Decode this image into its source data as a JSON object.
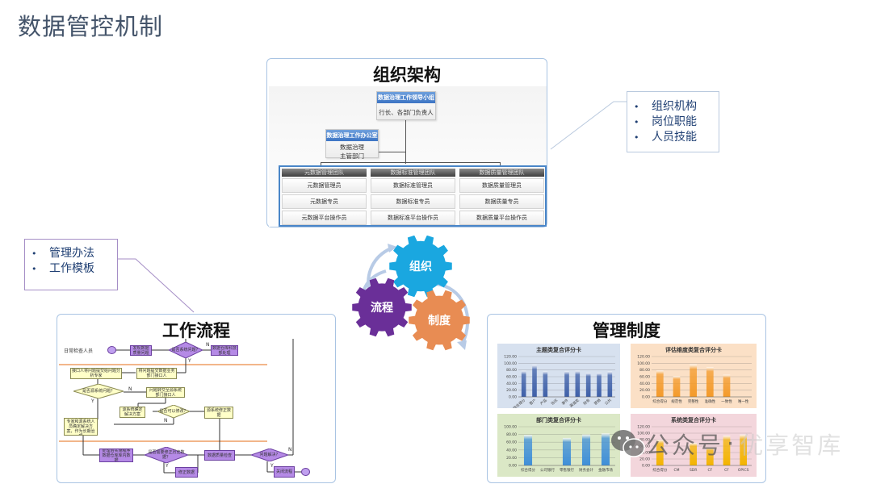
{
  "page": {
    "title": "数据管控机制"
  },
  "org": {
    "title": "组织架构",
    "leader": {
      "header": "数据治理工作领导小组",
      "body": "行长、各部门负责人"
    },
    "office": {
      "header": "数据治理工作办公室",
      "body_line1": "数据治理",
      "body_line2": "主管部门"
    },
    "teams": [
      {
        "header": "元数据管理团队",
        "roles": [
          "元数据管理员",
          "元数据专员",
          "元数据平台操作员"
        ]
      },
      {
        "header": "数据标准管理团队",
        "roles": [
          "数据标准管理员",
          "数据标准专员",
          "数据标准平台操作员"
        ]
      },
      {
        "header": "数据质量管理团队",
        "roles": [
          "数据质量管理员",
          "数据质量专员",
          "数据质量平台操作员"
        ]
      }
    ]
  },
  "callouts": {
    "org": [
      "组织机构",
      "岗位职能",
      "人员技能"
    ],
    "process": [
      "管理办法",
      "工作模板"
    ],
    "bullet": "•"
  },
  "gears": [
    {
      "label": "组织",
      "color": "#1aa7e0"
    },
    {
      "label": "流程",
      "color": "#6a2f98"
    },
    {
      "label": "制度",
      "color": "#e88c53"
    }
  ],
  "process": {
    "title": "工作流程",
    "nodes": {
      "start": "日常检查人员",
      "find": "发现数据质量问题",
      "is_sys": "是否系统问题？",
      "to_tech": "数据仓库科技部处理",
      "report": "将问题提交数据业务部门接口人",
      "analyze": "接口人将问题提交给问题分析专家",
      "is_source": "是否源系统问题？",
      "to_source": "问题转交至源系统部门接口人",
      "source_fix": "源系统确定解决方案",
      "can_fix": "是否可以修改？",
      "source_change": "源系统修正数据",
      "expert": "分析专家和问题专家和源系统人员确定解决方案，作为长期治理",
      "implement": "处理后实施程序数据仓库库内数据",
      "need_hist": "是否需要修正历史数据？",
      "fix_hist": "修正数据",
      "check": "数据质量检查",
      "solved": "问题解决？",
      "close": "关闭流程"
    },
    "labels": {
      "yes": "Y",
      "no": "N"
    }
  },
  "mgmt": {
    "title": "管理制度",
    "chart_data": [
      {
        "type": "bar",
        "title": "主题类复合评分卡",
        "categories": [
          "综合得分",
          "客户",
          "产品",
          "协议",
          "事件",
          "渠道类",
          "财务",
          "营销",
          "公共"
        ],
        "values": [
          78,
          96,
          77,
          0,
          77,
          78,
          72,
          72,
          76
        ],
        "ylim": [
          0,
          120
        ],
        "yticks": [
          "0.00",
          "20.00",
          "40.00",
          "60.00",
          "80.00",
          "100.00",
          "120.00"
        ],
        "color": "#3d5fa8",
        "background": "#d7e1ef"
      },
      {
        "type": "bar",
        "title": "评估维度类复合评分卡",
        "categories": [
          "综合得分",
          "规范性",
          "完整性",
          "准确性",
          "一致性",
          "唯一性"
        ],
        "values": [
          79,
          62,
          97,
          89,
          66,
          0
        ],
        "ylim": [
          0,
          120
        ],
        "yticks": [
          "0.00",
          "20.00",
          "40.00",
          "60.00",
          "80.00",
          "100.00",
          "120.00"
        ],
        "color": "#f49a2a",
        "background": "#fbe0c6"
      },
      {
        "type": "bar",
        "title": "部门类复合评分卡",
        "categories": [
          "综合得分",
          "公司银行",
          "零售银行",
          "财务会计",
          "金融市场"
        ],
        "values": [
          79,
          0,
          71,
          80,
          83
        ],
        "ylim": [
          0,
          100
        ],
        "yticks": [
          "0.00",
          "20.00",
          "40.00",
          "60.00",
          "80.00",
          "100.00"
        ],
        "color": "#3f8fd8",
        "background": "#dbe8c6"
      },
      {
        "type": "bar",
        "title": "系统类复合评分卡",
        "categories": [
          "综合得分",
          "CM",
          "SDR",
          "CF",
          "CF",
          "OPICS"
        ],
        "values": [
          80,
          0,
          70,
          55,
          93,
          96
        ],
        "ylim": [
          0,
          120
        ],
        "yticks": [
          "0.00",
          "20.00",
          "40.00",
          "60.00",
          "80.00",
          "100.00",
          "120.00"
        ],
        "color": "#f4b400",
        "background": "#f3d6dc"
      }
    ]
  },
  "watermark": {
    "part1": "公众号",
    "sep": "·",
    "part2": "优享智库"
  }
}
